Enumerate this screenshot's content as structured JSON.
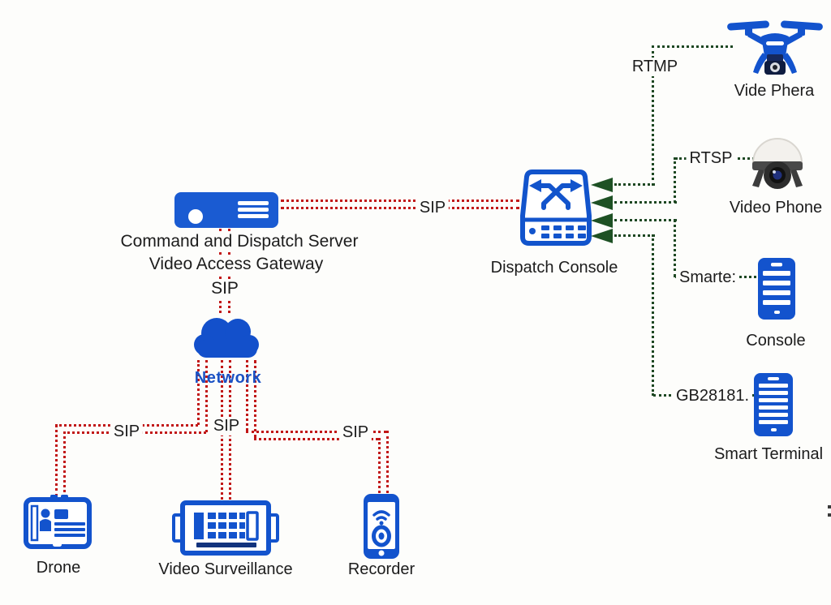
{
  "colors": {
    "icon_blue": "#1353cd",
    "line_red": "#c11616",
    "line_green": "#1d4722",
    "text": "#1c1c1c",
    "network_text": "#1b52c4",
    "background": "#fdfdfb"
  },
  "nodes": {
    "video_phera": {
      "caption": "Vide Phera",
      "icon": "drone-quadcopter-icon"
    },
    "video_phone": {
      "caption": "Video Phone",
      "icon": "dome-camera-icon"
    },
    "console": {
      "caption": "Console",
      "icon": "smartphone-icon"
    },
    "smart_terminal": {
      "caption": "Smart Terminal",
      "icon": "smartphone-icon"
    },
    "dispatch_console": {
      "caption": "Dispatch Console",
      "icon": "network-switch-icon"
    },
    "server": {
      "caption_line1": "Command and Dispatch Server",
      "caption_line2": "Video Access Gateway",
      "caption_line3": "SIP",
      "icon": "server-icon"
    },
    "network_cloud": {
      "caption": "Network",
      "icon": "cloud-icon"
    },
    "drone": {
      "caption": "Drone",
      "icon": "monitor-id-card-icon"
    },
    "video_surveillance": {
      "caption": "Video Surveillance",
      "icon": "control-keyboard-icon"
    },
    "recorder": {
      "caption": "Recorder",
      "icon": "phone-recorder-icon"
    }
  },
  "edges": {
    "rtmp_label": "RTMP",
    "rtsp_label": "RTSP",
    "smart_label": "Smarte:",
    "gb28181_label": "GB28181.",
    "sip_server_to_console": "SIP",
    "sip_left_branch": "SIP",
    "sip_center_branch": "SIP",
    "sip_right_branch": "SIP"
  }
}
